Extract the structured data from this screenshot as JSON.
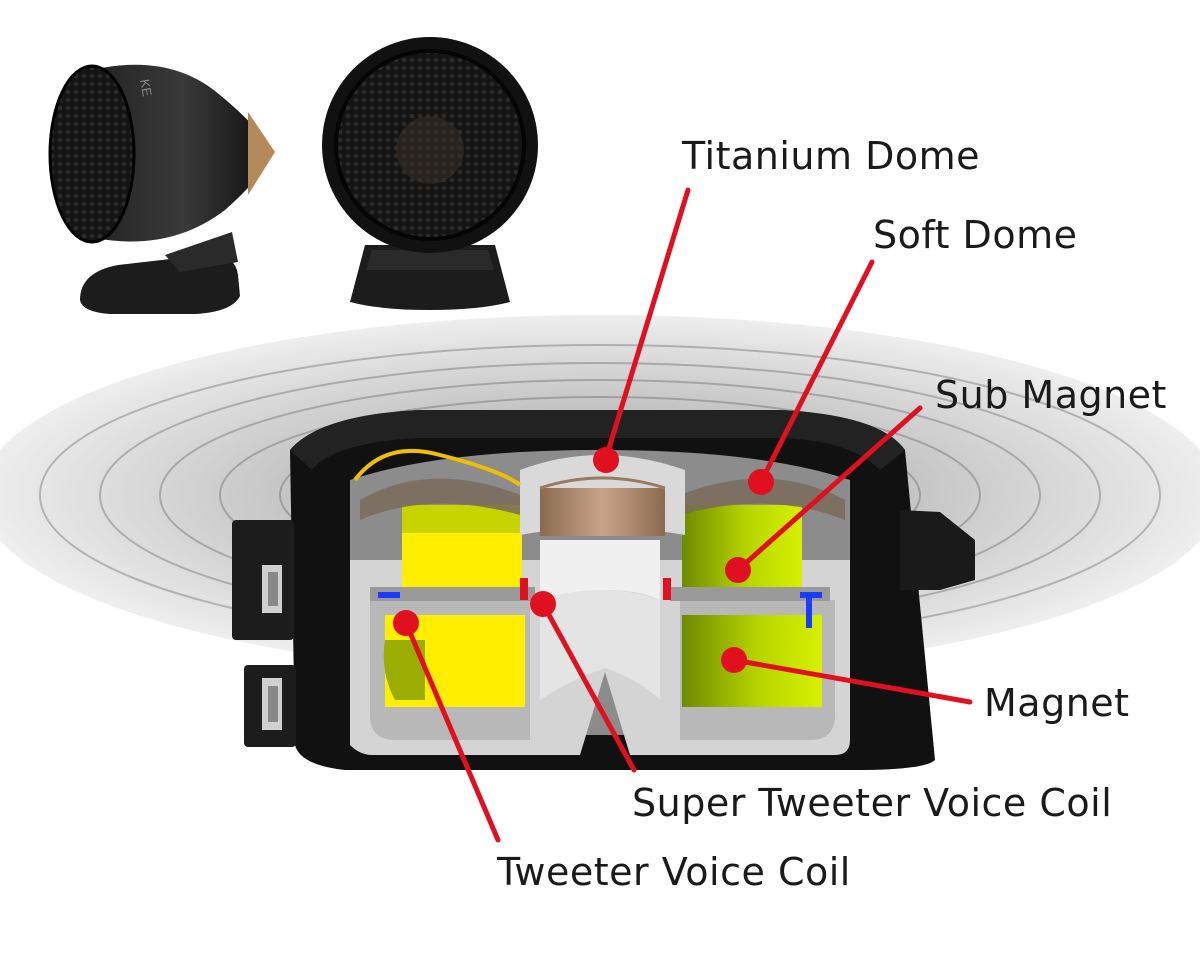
{
  "labels": {
    "titanium_dome": "Titanium Dome",
    "soft_dome": "Soft Dome",
    "sub_magnet": "Sub Magnet",
    "magnet": "Magnet",
    "super_tweeter_voice_coil": "Super Tweeter Voice Coil",
    "tweeter_voice_coil": "Tweeter Voice Coil"
  },
  "product_badge": "KE",
  "colors": {
    "callout_line": "#e01020",
    "magnet_yellow": "#ffee00",
    "magnet_lime": "#b7d600",
    "housing_black": "#111111",
    "body_grey": "#d4d4d4",
    "dome_bronze": "#b08a6a",
    "lead_wire": "#f0c000",
    "coil_blue": "#1a3cff"
  }
}
